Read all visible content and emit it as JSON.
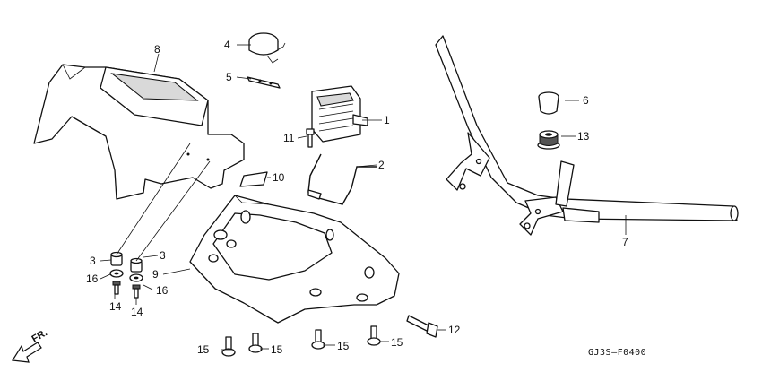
{
  "diagram": {
    "callouts": {
      "p1": "1",
      "p2": "2",
      "p3a": "3",
      "p3b": "3",
      "p4": "4",
      "p5": "5",
      "p6": "6",
      "p7": "7",
      "p8": "8",
      "p9": "9",
      "p10": "10",
      "p11": "11",
      "p12": "12",
      "p13": "13",
      "p14a": "14",
      "p14b": "14",
      "p15a": "15",
      "p15b": "15",
      "p15c": "15",
      "p15d": "15",
      "p16a": "16",
      "p16b": "16"
    },
    "drawing_code": "GJ3S–F0400",
    "front_label": "FR."
  }
}
